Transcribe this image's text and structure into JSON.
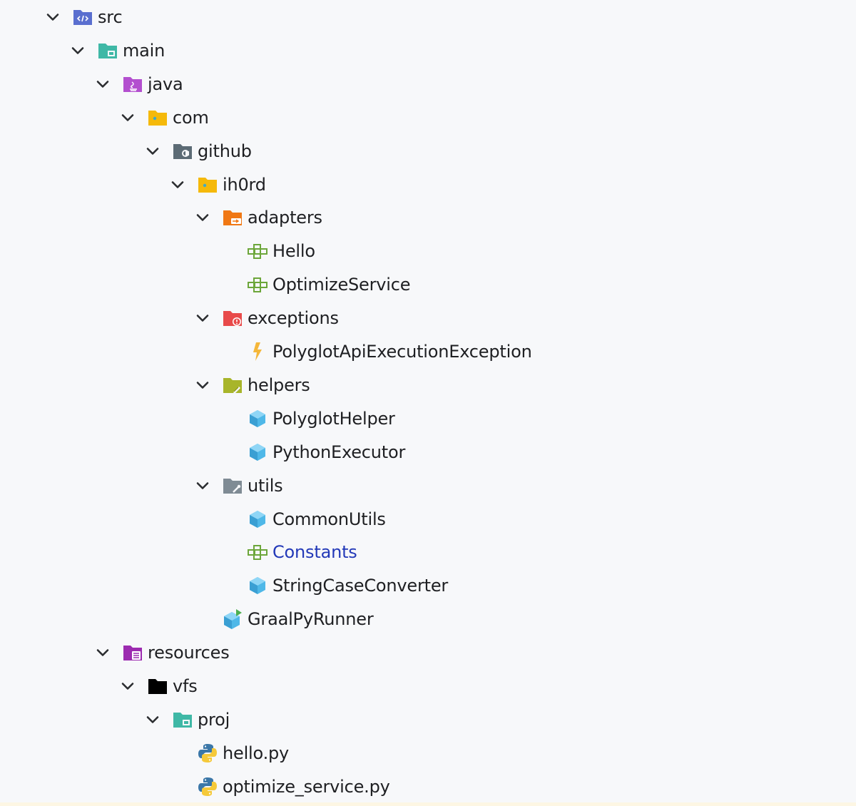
{
  "tree": {
    "rows": [
      {
        "label": "src",
        "depth": 0,
        "expanded": true,
        "icon": "folder-source-icon"
      },
      {
        "label": "main",
        "depth": 1,
        "expanded": true,
        "icon": "folder-module-icon"
      },
      {
        "label": "java",
        "depth": 2,
        "expanded": true,
        "icon": "folder-java-icon"
      },
      {
        "label": "com",
        "depth": 3,
        "expanded": true,
        "icon": "package-folder-icon"
      },
      {
        "label": "github",
        "depth": 4,
        "expanded": true,
        "icon": "folder-github-icon"
      },
      {
        "label": "ih0rd",
        "depth": 5,
        "expanded": true,
        "icon": "package-folder-icon"
      },
      {
        "label": "adapters",
        "depth": 6,
        "expanded": true,
        "icon": "folder-adapters-icon"
      },
      {
        "label": "Hello",
        "depth": 7,
        "expanded": null,
        "icon": "interface-icon"
      },
      {
        "label": "OptimizeService",
        "depth": 7,
        "expanded": null,
        "icon": "interface-icon"
      },
      {
        "label": "exceptions",
        "depth": 6,
        "expanded": true,
        "icon": "folder-exceptions-icon"
      },
      {
        "label": "PolyglotApiExecutionException",
        "depth": 7,
        "expanded": null,
        "icon": "exception-class-icon"
      },
      {
        "label": "helpers",
        "depth": 6,
        "expanded": true,
        "icon": "folder-helpers-icon"
      },
      {
        "label": "PolyglotHelper",
        "depth": 7,
        "expanded": null,
        "icon": "class-icon"
      },
      {
        "label": "PythonExecutor",
        "depth": 7,
        "expanded": null,
        "icon": "class-icon"
      },
      {
        "label": "utils",
        "depth": 6,
        "expanded": true,
        "icon": "folder-utils-icon"
      },
      {
        "label": "CommonUtils",
        "depth": 7,
        "expanded": null,
        "icon": "class-icon"
      },
      {
        "label": "Constants",
        "depth": 7,
        "expanded": null,
        "icon": "interface-icon",
        "highlight": true
      },
      {
        "label": "StringCaseConverter",
        "depth": 7,
        "expanded": null,
        "icon": "class-icon"
      },
      {
        "label": "GraalPyRunner",
        "depth": 6,
        "expanded": null,
        "icon": "main-class-icon"
      },
      {
        "label": "resources",
        "depth": 2,
        "expanded": true,
        "icon": "folder-resources-icon"
      },
      {
        "label": "vfs",
        "depth": 3,
        "expanded": true,
        "icon": "folder-black-icon"
      },
      {
        "label": "proj",
        "depth": 4,
        "expanded": true,
        "icon": "folder-module-icon"
      },
      {
        "label": "hello.py",
        "depth": 5,
        "expanded": null,
        "icon": "python-file-icon"
      },
      {
        "label": "optimize_service.py",
        "depth": 5,
        "expanded": null,
        "icon": "python-file-icon"
      }
    ]
  },
  "colors": {
    "background": "#f7f8fa",
    "text": "#1e1f22",
    "highlight_text": "#2339b8",
    "source_folder": "#5a6fcf",
    "module_folder": "#3fb8a6",
    "java_folder": "#b34fcf",
    "package_folder": "#f5b90a",
    "github_folder": "#5c6b75",
    "adapters_folder": "#f07814",
    "exceptions_folder": "#e84a4a",
    "helpers_folder": "#a8b52a",
    "utils_folder": "#7f8b94",
    "resources_folder": "#9c2bb0",
    "interface": "#6ca63a",
    "class": "#4fb8e8",
    "exception": "#f5b73a"
  }
}
